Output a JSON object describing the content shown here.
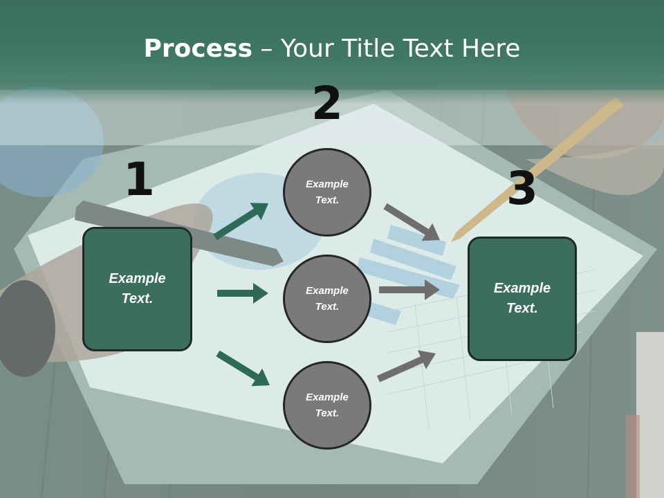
{
  "title": {
    "bold": "Process",
    "rest": " – Your Title Text Here"
  },
  "steps": [
    {
      "number": "1",
      "text": "Example\nText."
    },
    {
      "number": "2",
      "circles": [
        {
          "text": "Example\nText."
        },
        {
          "text": "Example\nText."
        },
        {
          "text": "Example\nText."
        }
      ]
    },
    {
      "number": "3",
      "text": "Example\nText."
    }
  ],
  "colors": {
    "title_band": "#3f7764",
    "box_fill": "#3c6e5e",
    "circle_fill": "#7a7a7a",
    "green_arrow": "#2f6a58",
    "gray_arrow": "#6e6e6e"
  }
}
